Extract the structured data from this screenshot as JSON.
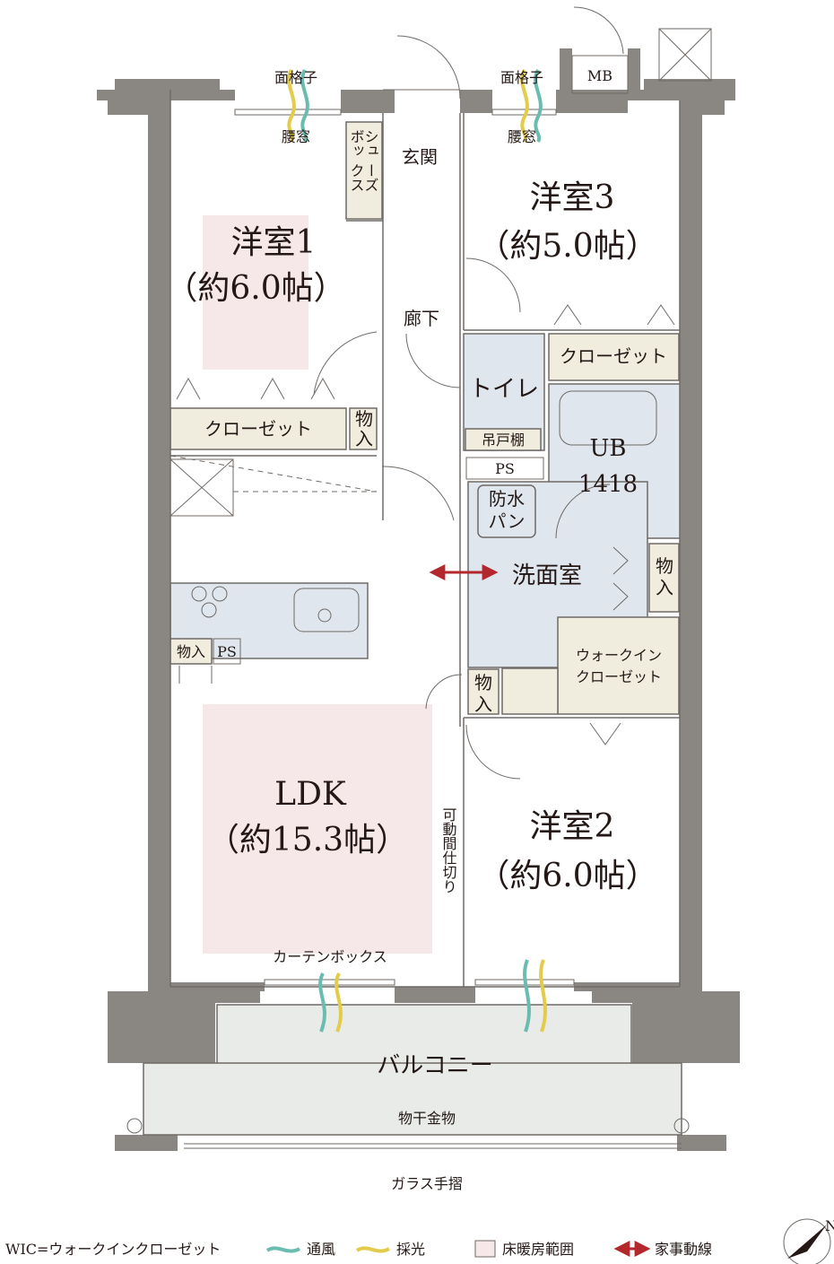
{
  "rooms": {
    "western_room_1": {
      "name": "洋室1",
      "size": "（約6.0帖）"
    },
    "western_room_2": {
      "name": "洋室2",
      "size": "（約6.0帖）"
    },
    "western_room_3": {
      "name": "洋室3",
      "size": "（約5.0帖）"
    },
    "ldk": {
      "name": "LDK",
      "size": "（約15.3帖）"
    },
    "entrance": "玄関",
    "hallway": "廊下",
    "toilet": "トイレ",
    "toilet_shelf": "吊戸棚",
    "bath": {
      "name": "UB",
      "size": "1418"
    },
    "washroom": "洗面室",
    "waterproof_pan_1": "防水",
    "waterproof_pan_2": "パン",
    "balcony": "バルコニー"
  },
  "storage": {
    "closet": "クローゼット",
    "storage_short_1": "物",
    "storage_short_2": "入",
    "storage_inline": "物入",
    "ps": "PS",
    "mb": "MB",
    "walk_in_closet_1": "ウォークイン",
    "walk_in_closet_2": "クローゼット",
    "shoes_box_col1": "ボッ",
    "shoes_box_col2": "シュ",
    "shoes_box_col3": "クス",
    "shoes_box_col4": "ーズ"
  },
  "annotations": {
    "lattice": "面格子",
    "waist_window": "腰窓",
    "curtain_box": "カーテンボックス",
    "movable_partition": "可動間仕切り",
    "laundry_hardware": "物干金物",
    "glass_railing": "ガラス手摺"
  },
  "legend": {
    "wic": "WIC=ウォークインクローゼット",
    "ventilation": "通風",
    "lighting": "採光",
    "floor_heating": "床暖房範囲",
    "chore_route": "家事動線"
  },
  "colors": {
    "wall": "#8a8681",
    "wet_area": "#dfe6ee",
    "closet": "#f1edde",
    "floor_heating": "#f6e8e8",
    "ventilation": "#6bbcb0",
    "lighting": "#e2cc4a",
    "chore_route": "#b3282d"
  },
  "compass": "N"
}
